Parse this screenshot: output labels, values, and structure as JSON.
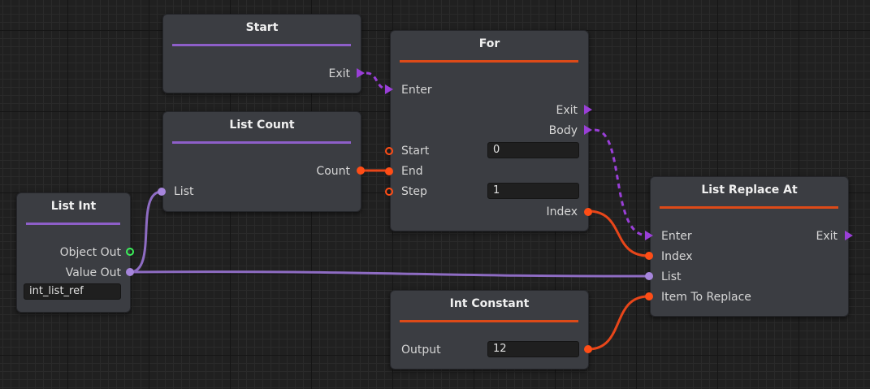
{
  "colors": {
    "flow": "#9a3fd8",
    "int_port": "#ff4d16",
    "list_port": "#a685dc",
    "object_port": "#3cf05a",
    "node_bg": "#3b3d42",
    "canvas_bg": "#202020"
  },
  "icons": {
    "flow_port": "triangle-right",
    "data_port": "circle",
    "optional_port": "ring"
  },
  "nodes": {
    "start": {
      "title": "Start",
      "exit": "Exit"
    },
    "list_count": {
      "title": "List Count",
      "count": "Count",
      "list": "List"
    },
    "for": {
      "title": "For",
      "enter": "Enter",
      "exit": "Exit",
      "body": "Body",
      "start": "Start",
      "end": "End",
      "step": "Step",
      "index": "Index",
      "start_value": "0",
      "step_value": "1"
    },
    "list_int": {
      "title": "List Int",
      "object_out": "Object Out",
      "value_out": "Value Out",
      "ref_value": "int_list_ref"
    },
    "int_constant": {
      "title": "Int Constant",
      "output": "Output",
      "output_value": "12"
    },
    "list_replace_at": {
      "title": "List Replace At",
      "enter": "Enter",
      "exit": "Exit",
      "index": "Index",
      "list": "List",
      "item": "Item To Replace"
    }
  }
}
